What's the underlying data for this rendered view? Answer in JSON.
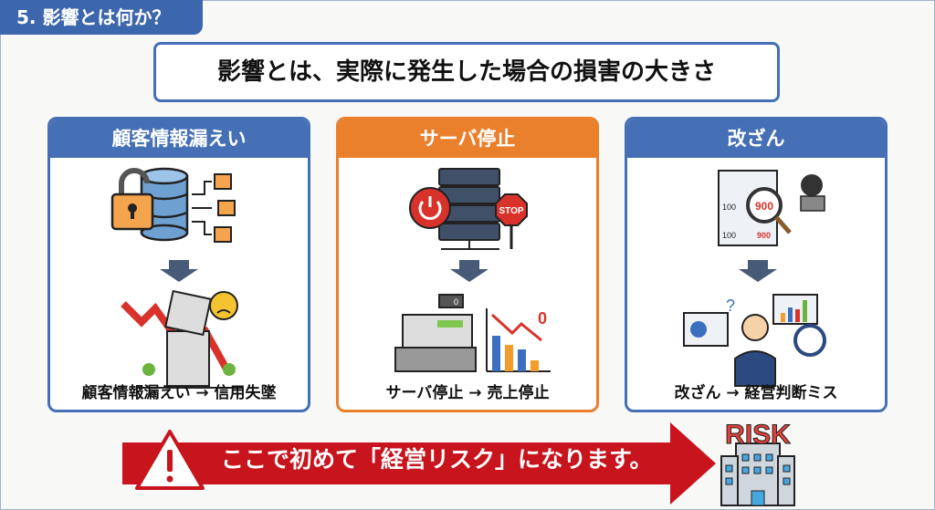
{
  "section_tag": "5. 影響とは何か？",
  "headline": "影響とは、実際に発生した場合の損害の大きさ",
  "cards": [
    {
      "title": "顧客情報漏えい",
      "caption": "顧客情報漏えい → 信用失墜",
      "accent": "#4570b5"
    },
    {
      "title": "サーバ停止",
      "caption": "サーバ停止 → 売上停止",
      "accent": "#ea7f2c",
      "register_display": "0",
      "chart_label": "0"
    },
    {
      "title": "改ざん",
      "caption": "改ざん → 経営判断ミス",
      "accent": "#4570b5",
      "doc_line1_old": "100",
      "doc_line1_new": "900",
      "doc_line2_old": "100",
      "doc_line2_new": "900"
    }
  ],
  "stop_sign": "STOP",
  "banner": {
    "text": "ここで初めて「経営リスク」になります。",
    "color": "#c8141c"
  },
  "risk_label": "RISK"
}
